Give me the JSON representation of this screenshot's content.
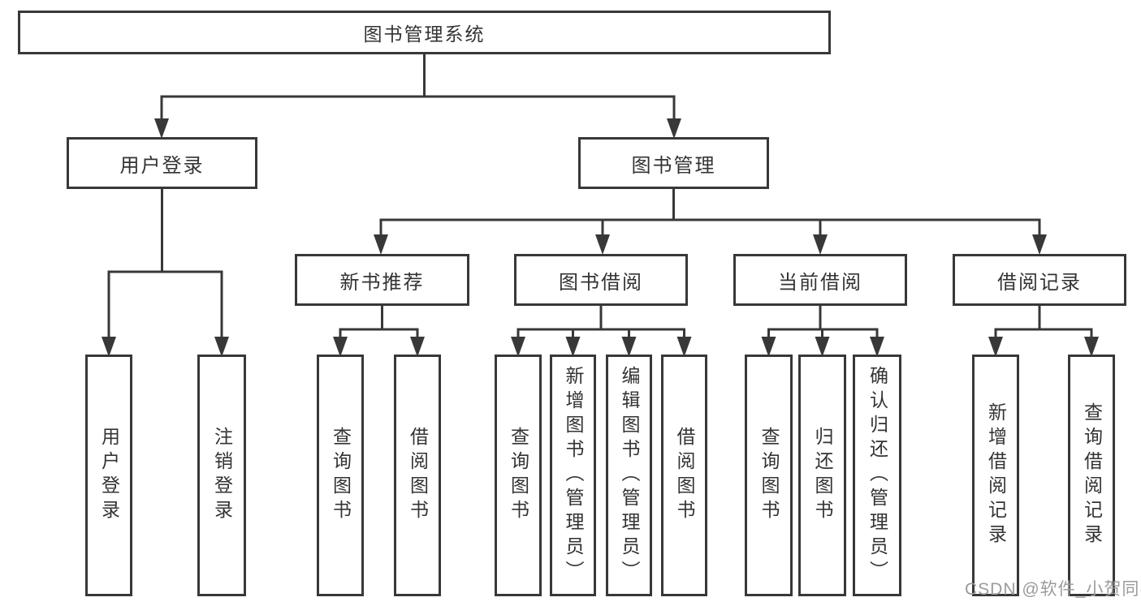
{
  "diagram": {
    "root": {
      "label": "图书管理系统"
    },
    "branches": [
      {
        "label": "用户登录",
        "children": [
          {
            "label": "用户登录"
          },
          {
            "label": "注销登录"
          }
        ]
      },
      {
        "label": "图书管理",
        "children": [
          {
            "label": "新书推荐",
            "children": [
              {
                "label": "查询图书"
              },
              {
                "label": "借阅图书"
              }
            ]
          },
          {
            "label": "图书借阅",
            "children": [
              {
                "label": "查询图书"
              },
              {
                "label": "新增图书（管理员）"
              },
              {
                "label": "编辑图书（管理员）"
              },
              {
                "label": "借阅图书"
              }
            ]
          },
          {
            "label": "当前借阅",
            "children": [
              {
                "label": "查询图书"
              },
              {
                "label": "归还图书"
              },
              {
                "label": "确认归还（管理员）"
              }
            ]
          },
          {
            "label": "借阅记录",
            "children": [
              {
                "label": "新增借阅记录"
              },
              {
                "label": "查询借阅记录"
              }
            ]
          }
        ]
      }
    ]
  },
  "watermark": {
    "text": "CSDN @软件_小贺同学"
  },
  "colors": {
    "line": "#383838",
    "text": "#333333",
    "watermark_text": "#9b9b9b",
    "background": "#ffffff"
  }
}
